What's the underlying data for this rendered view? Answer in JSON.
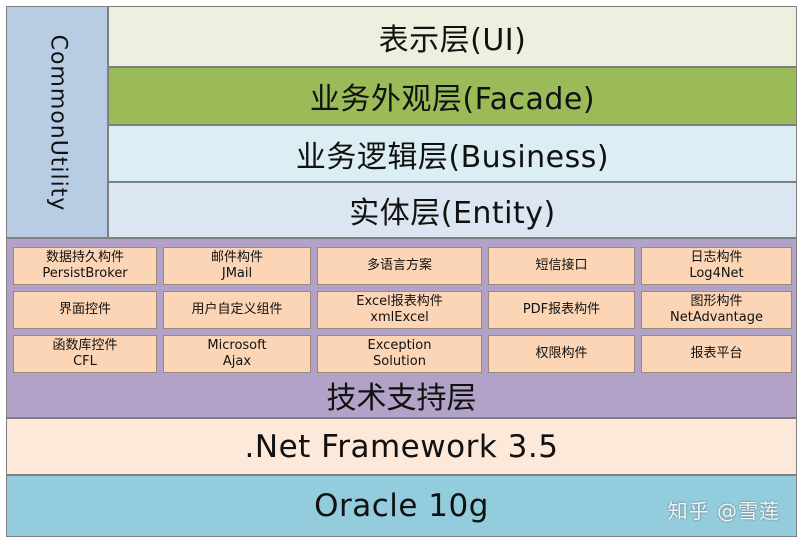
{
  "layers": {
    "common_utility": "CommonUtility",
    "ui": "表示层(UI)",
    "facade": "业务外观层(Facade)",
    "business": "业务逻辑层(Business)",
    "entity": "实体层(Entity)",
    "tech_support": "技术支持层",
    "dotnet": ".Net Framework 3.5",
    "oracle": "Oracle 10g"
  },
  "components": [
    [
      "数据持久构件",
      "PersistBroker"
    ],
    [
      "邮件构件",
      "JMail"
    ],
    [
      "多语言方案"
    ],
    [
      "短信接口"
    ],
    [
      "日志构件",
      "Log4Net"
    ],
    [
      "界面控件"
    ],
    [
      "用户自定义组件"
    ],
    [
      "Excel报表构件",
      "xmlExcel"
    ],
    [
      "PDF报表构件"
    ],
    [
      "图形构件",
      "NetAdvantage"
    ],
    [
      "函数库控件",
      "CFL"
    ],
    [
      "Microsoft",
      "Ajax"
    ],
    [
      "Exception",
      "Solution"
    ],
    [
      "权限构件"
    ],
    [
      "报表平台"
    ]
  ],
  "watermark": "知乎 @雪莲",
  "colors": {
    "common_utility": "#b8cce4",
    "ui": "#ebf1de",
    "facade": "#9bbb59",
    "business": "#dbeef4",
    "entity": "#dce6f2",
    "tech_support": "#b3a2c7",
    "component": "#fbd5b5",
    "dotnet": "#fde9d9",
    "oracle": "#93cddd"
  }
}
